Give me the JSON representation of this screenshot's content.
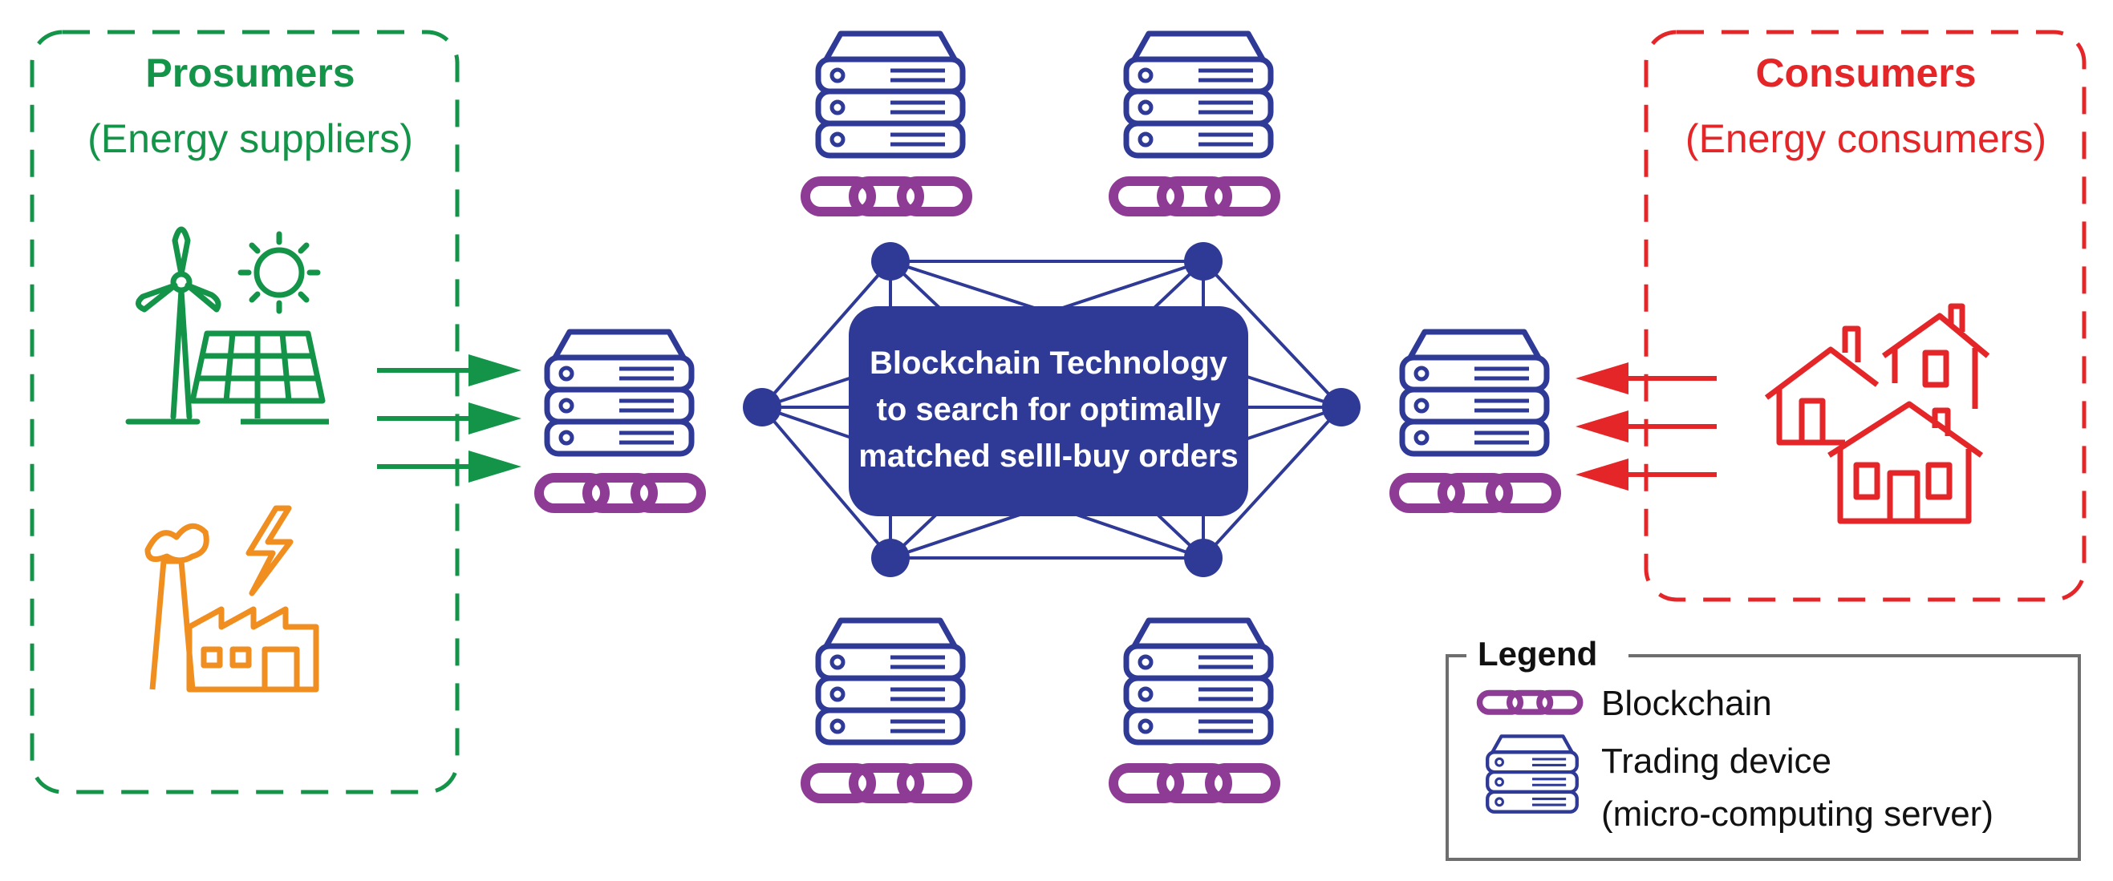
{
  "colors": {
    "green": "#139448",
    "red": "#E52629",
    "navy": "#2E3A96",
    "purple": "#8E3B95",
    "orange": "#F18E20",
    "legend_border": "#6E6E6E"
  },
  "prosumers": {
    "title": "Prosumers",
    "subtitle": "(Energy suppliers)",
    "icons": [
      "wind-turbine-icon",
      "sun-icon",
      "solar-panel-icon",
      "factory-icon",
      "lightning-bolt-icon"
    ]
  },
  "consumers": {
    "title": "Consumers",
    "subtitle": "(Energy consumers)",
    "icons": [
      "houses-icon"
    ]
  },
  "center": {
    "lines": [
      "Blockchain Technology",
      "to search for optimally",
      "matched selll-buy orders"
    ]
  },
  "legend": {
    "title": "Legend",
    "blockchain_label": "Blockchain",
    "device_label_1": "Trading device",
    "device_label_2": "(micro-computing server)"
  },
  "icon_names": {
    "server": "server-icon",
    "chain": "chain-link-icon",
    "arrow": "arrow-icon"
  }
}
